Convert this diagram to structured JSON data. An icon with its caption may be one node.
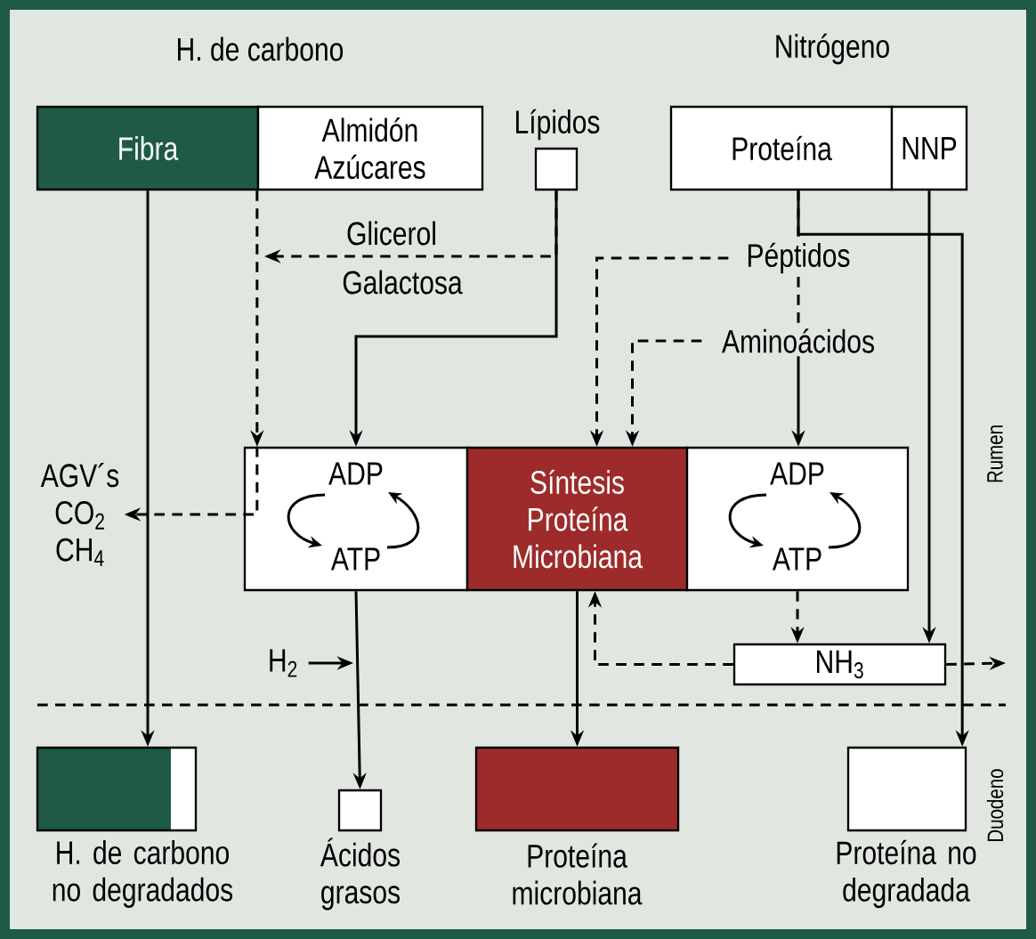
{
  "diagram": {
    "nodes": [
      {
        "text": [
          "Fibra"
        ]
      },
      {
        "text": [
          "Almidón Azúcares"
        ]
      },
      {
        "text": [
          "Lípidos"
        ]
      },
      {
        "text": [
          "Proteína"
        ]
      },
      {
        "text": [
          "NNP"
        ]
      },
      {
        "text": [
          "ADP",
          "ATP"
        ]
      },
      {
        "text": [
          "Síntesis Proteína Microbiana"
        ]
      },
      {
        "text": [
          "ADP",
          "ATP"
        ]
      },
      {
        "text": [
          "Péptidos"
        ]
      },
      {
        "text": [
          "Aminoácidos"
        ]
      },
      {
        "text": [
          "NH$_{3}$"
        ]
      },
      {
        "text": [
          "AGV´s CO$_{2}$ CH$_{4}$"
        ]
      },
      {
        "text": [
          "H$_{2}$"
        ]
      },
      {
        "text": [
          "H. de carbono no degradados"
        ]
      },
      {
        "text": [
          "Ácidos grasos"
        ]
      },
      {
        "text": [
          "Proteína microbiana"
        ]
      },
      {
        "text": [
          "Proteína no degradada"
        ]
      }
    ],
    "edges": [
      {
        "from": 0,
        "to": 13,
        "arrow": "to"
      },
      {
        "from": 1,
        "to": 5,
        "arrow": "to",
        "style": "dashed"
      },
      {
        "from": 5,
        "to": 11,
        "arrow": "to",
        "style": "dashed"
      },
      {
        "from": 2,
        "to": 1,
        "arrow": "to",
        "style": "dashed",
        "label": "Glicerol"
      },
      {
        "from": 2,
        "to": 5,
        "arrow": "to"
      },
      {
        "from": 3,
        "to": 8,
        "arrow": "none",
        "style": "dashed"
      },
      {
        "from": 8,
        "to": 9,
        "arrow": "none",
        "style": "dashed"
      },
      {
        "from": 9,
        "to": 7,
        "arrow": "to"
      },
      {
        "from": 8,
        "to": 6,
        "arrow": "to",
        "style": "dashed"
      },
      {
        "from": 9,
        "to": 6,
        "arrow": "to",
        "style": "dashed"
      },
      {
        "from": 3,
        "to": 16,
        "arrow": "to"
      },
      {
        "from": 4,
        "to": 10,
        "arrow": "to"
      },
      {
        "from": 7,
        "to": 10,
        "arrow": "to",
        "style": "dashed"
      },
      {
        "from": 10,
        "to": 6,
        "arrow": "to",
        "style": "dashed"
      },
      {
        "from": 10,
        "to": null,
        "arrow": "to",
        "style": "dashed"
      },
      {
        "from": 12,
        "to": null,
        "arrow": "to"
      },
      {
        "from": 5,
        "to": 14,
        "arrow": "to"
      },
      {
        "from": 6,
        "to": 15,
        "arrow": "to"
      }
    ],
    "labels": [
      "H. de carbono",
      "Nitrógeno",
      "Galactosa",
      "Rumen",
      "Duodeno"
    ]
  }
}
